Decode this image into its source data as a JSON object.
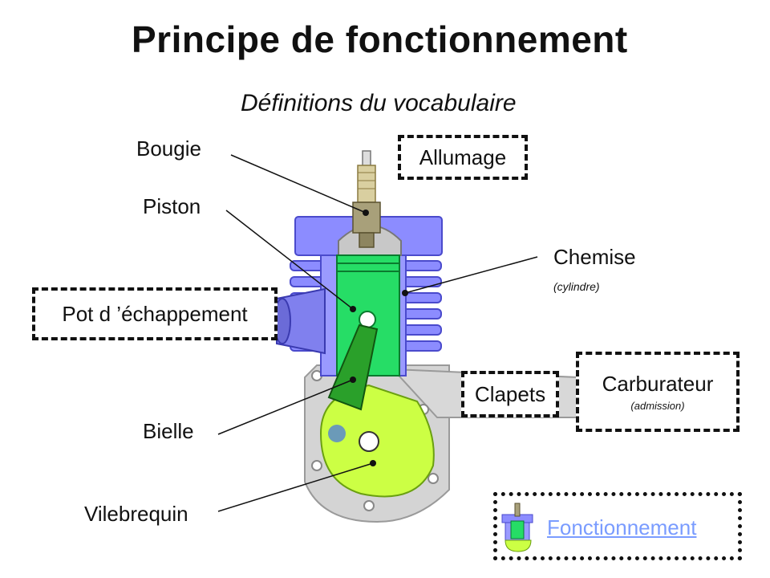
{
  "title": "Principe de fonctionnement",
  "subtitle": "Définitions du vocabulaire",
  "labels": {
    "bougie": "Bougie",
    "piston": "Piston",
    "chemise": "Chemise",
    "chemise_sub": "(cylindre)",
    "bielle": "Bielle",
    "vilebrequin": "Vilebrequin"
  },
  "boxes": {
    "allumage": "Allumage",
    "pot": "Pot d ’échappement",
    "clapets": "Clapets",
    "carburateur": "Carburateur",
    "carburateur_sub": "(admission)"
  },
  "nav": {
    "fonctionnement": "Fonctionnement"
  },
  "colors": {
    "engine_blue": "#8080ff",
    "piston_green": "#22dd66",
    "crank_yellow": "#ccff44",
    "rod_green": "#2a9a2a",
    "case_gray": "#d0d0d0",
    "link": "#7a9cff"
  }
}
